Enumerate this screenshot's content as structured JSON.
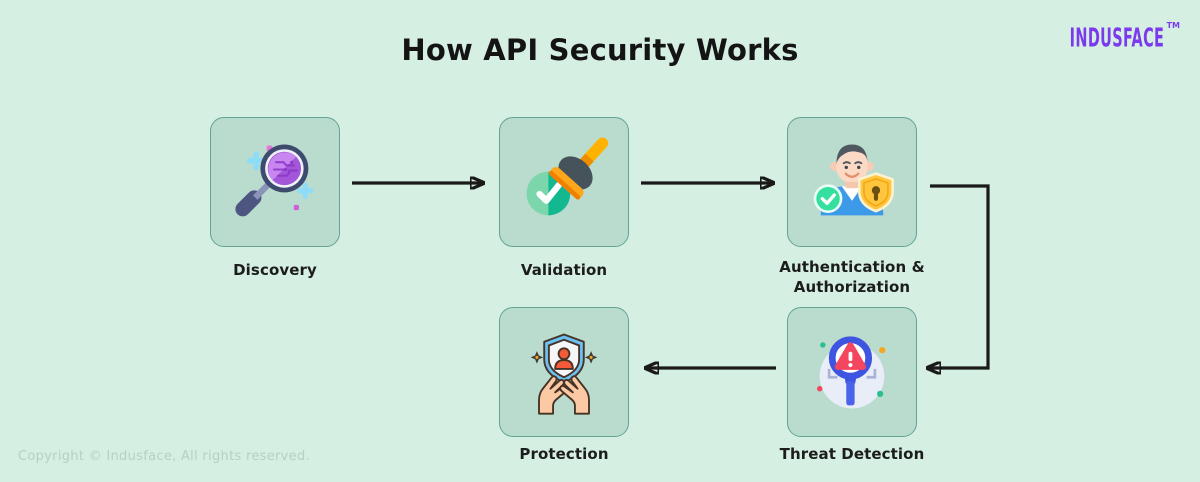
{
  "page": {
    "title": "How API Security Works",
    "copyright": "Copyright © Indusface, All rights reserved.",
    "background": "#d6efe3"
  },
  "logo": {
    "text": "INDUSFACE",
    "tm": "TM",
    "color": "#7c3aed"
  },
  "steps": [
    {
      "label": "Discovery",
      "icon": "magnifier-api-icon"
    },
    {
      "label": "Validation",
      "icon": "approval-stamp-check-icon"
    },
    {
      "label": "Authentication &\nAuthorization",
      "icon": "user-shield-check-icon"
    },
    {
      "label": "Threat Detection",
      "icon": "magnifier-alert-icon"
    },
    {
      "label": "Protection",
      "icon": "hands-holding-shield-icon"
    }
  ],
  "flow_order": [
    "Discovery",
    "Validation",
    "Authentication & Authorization",
    "Threat Detection",
    "Protection"
  ],
  "colors": {
    "card_fill": "#b9dcce",
    "card_border": "#63a493",
    "arrow": "#1a1a1a",
    "title_text": "#141414",
    "copyright_text": "#b6d0c4"
  }
}
